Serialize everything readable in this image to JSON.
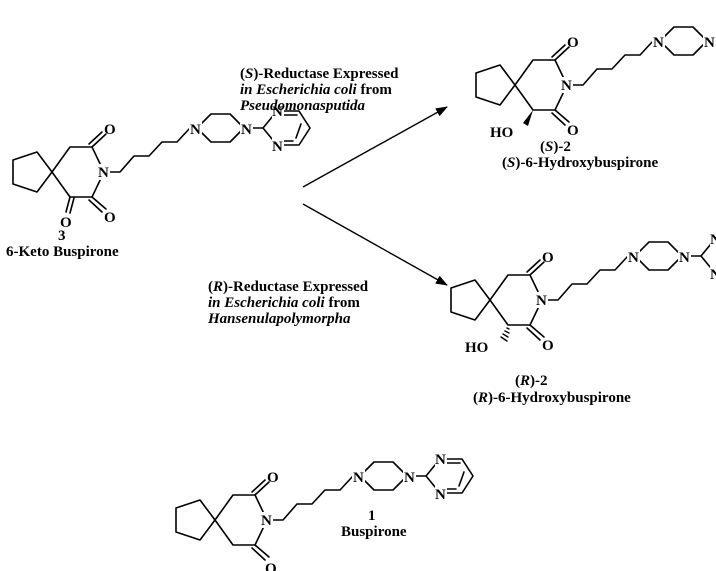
{
  "atoms": {
    "O": "O",
    "N": "N",
    "HO": "HO"
  },
  "compounds": {
    "keto": {
      "number": "3",
      "name": "6-Keto Buspirone"
    },
    "s_product": {
      "prefix": "S",
      "number": "-2",
      "name": "-6-Hydroxybuspirone"
    },
    "r_product": {
      "prefix": "R",
      "number": "-2",
      "name": "-6-Hydroxybuspirone"
    },
    "buspirone": {
      "number": "1",
      "name": "Buspirone"
    }
  },
  "conditions": {
    "s_route": {
      "prefix": "S",
      "line1_rest": ")-Reductase Expressed",
      "line2": "in Escherichia coli",
      "line2_rest": " from",
      "line3": "Pseudomonasputida"
    },
    "r_route": {
      "prefix": "R",
      "line1_rest": ")-Reductase Expressed",
      "line2": "in Escherichia coli",
      "line2_rest": " from",
      "line3": "Hansenulapolymorpha"
    }
  }
}
